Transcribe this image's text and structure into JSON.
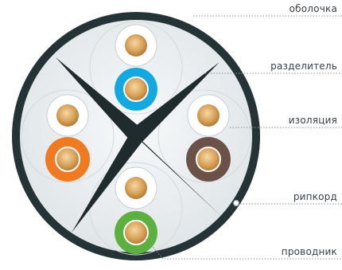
{
  "colors": {
    "jacket": "#243336",
    "fill": "#eef1f3",
    "separator": "#1f2b2d",
    "blue": "#14a8e0",
    "orange": "#ef7a22",
    "brown": "#6b5147",
    "green": "#5cb040",
    "white": "#ffffff",
    "copper": "#d9a35a",
    "leader": "#8a9094"
  },
  "labels": {
    "jacket": "оболочка",
    "separator": "разделитель",
    "insulation": "изоляция",
    "ripcord": "рипкорд",
    "conductor": "проводник"
  },
  "pairs": [
    {
      "position": "top",
      "insulation": [
        "white",
        "blue"
      ]
    },
    {
      "position": "left",
      "insulation": [
        "white",
        "orange"
      ]
    },
    {
      "position": "right",
      "insulation": [
        "white",
        "brown"
      ]
    },
    {
      "position": "bottom",
      "insulation": [
        "white",
        "green"
      ]
    }
  ]
}
